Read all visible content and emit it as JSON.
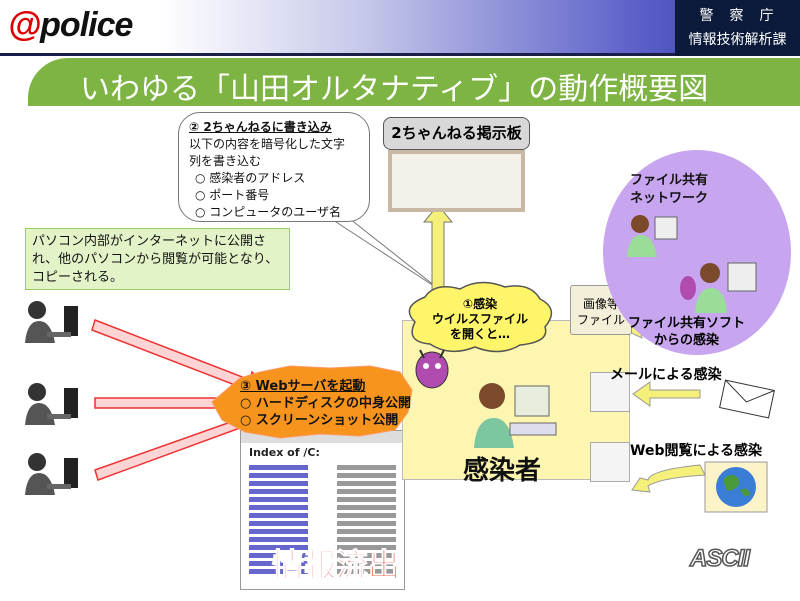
{
  "header": {
    "logo": "police",
    "logo_at": "@",
    "agency": "警察庁",
    "division": "情報技術解析課"
  },
  "title": "いわゆる「山田オルタナティブ」の動作概要図",
  "bubble": {
    "heading": "② 2ちゃんねるに書き込み",
    "line1": "以下の内容を暗号化した文字",
    "line2": "列を書き込む",
    "items": [
      "○ 感染者のアドレス",
      "○ ポート番号",
      "○ コンピュータのユーザ名"
    ]
  },
  "bbs_label": "2ちゃんねる掲示板",
  "note": "パソコン内部がインターネットに公開され、他のパソコンから閲覧が可能となり、コピーされる。",
  "burst": {
    "heading": "③ Webサーバを起動",
    "item1": "○ ハードディスクの中身公開",
    "item2": "○ スクリーンショット公開"
  },
  "web_shot": {
    "index_title": "Index of /C:"
  },
  "leak_label": "情報流出",
  "infected_label": "感染者",
  "cloud": {
    "line1": "①感染",
    "line2": "ウイルスファイル",
    "line3": "を開くと…"
  },
  "folder": {
    "line1": "画像等",
    "line2": "ファイル"
  },
  "p2p": {
    "title1": "ファイル共有",
    "title2": "ネットワーク",
    "inf1": "ファイル共有ソフト",
    "inf2": "からの感染"
  },
  "mail_label": "メールによる感染",
  "web_label": "Web閲覧による感染",
  "ascii_logo": "ASCII",
  "colors": {
    "title_green": "#7db444",
    "burst_orange": "#f7941d",
    "leak_red": "#e21",
    "arrow_yellow": "#f5f07a"
  }
}
